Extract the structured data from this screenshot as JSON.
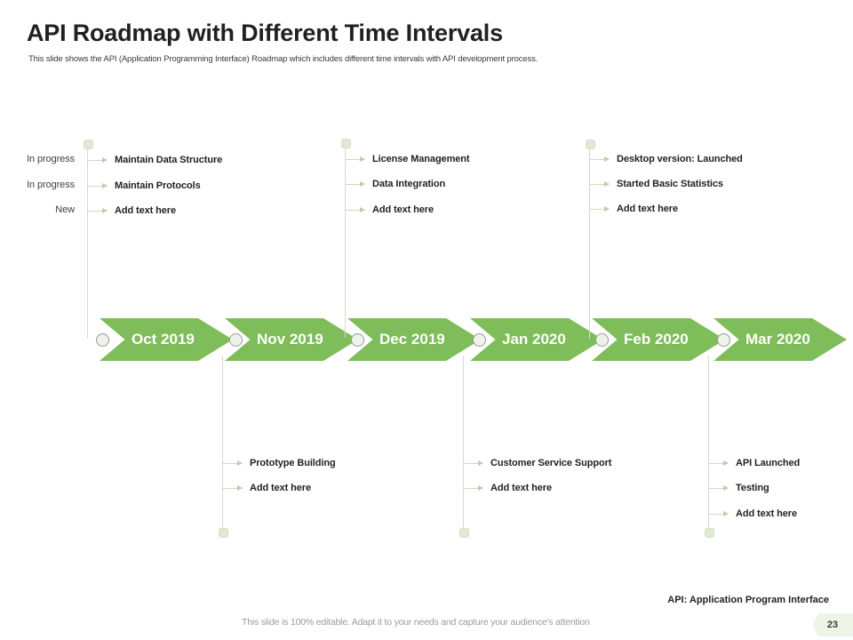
{
  "header": {
    "title": "API Roadmap with Different Time Intervals",
    "subtitle": "This slide shows the API (Application Programming Interface) Roadmap which includes different time intervals with API development process."
  },
  "theme": {
    "accent_green": "#7fbd5b",
    "line_gray": "#d9d9d0",
    "badge_green": "#eef5e6"
  },
  "milestones": [
    {
      "label": "Oct 2019"
    },
    {
      "label": "Nov 2019"
    },
    {
      "label": "Dec 2019"
    },
    {
      "label": "Jan 2020"
    },
    {
      "label": "Feb 2020"
    },
    {
      "label": "Mar 2020"
    }
  ],
  "top_groups": [
    {
      "milestone": "Oct 2019",
      "items": [
        {
          "status": "In progress",
          "text": "Maintain  Data Structure"
        },
        {
          "status": "In progress",
          "text": "Maintain  Protocols"
        },
        {
          "status": "New",
          "text": "Add text here"
        }
      ]
    },
    {
      "milestone": "Dec 2019",
      "items": [
        {
          "status": "",
          "text": "License Management"
        },
        {
          "status": "",
          "text": "Data Integration"
        },
        {
          "status": "",
          "text": "Add text here"
        }
      ]
    },
    {
      "milestone": "Feb 2020",
      "items": [
        {
          "status": "",
          "text": "Desktop version: Launched"
        },
        {
          "status": "",
          "text": "Started Basic  Statistics"
        },
        {
          "status": "",
          "text": "Add text here"
        }
      ]
    }
  ],
  "bottom_groups": [
    {
      "milestone": "Nov 2019",
      "items": [
        {
          "text": "Prototype Building"
        },
        {
          "text": "Add text here"
        }
      ]
    },
    {
      "milestone": "Jan 2020",
      "items": [
        {
          "text": "Customer Service Support"
        },
        {
          "text": "Add text here"
        }
      ]
    },
    {
      "milestone": "Mar 2020",
      "items": [
        {
          "text": "API Launched"
        },
        {
          "text": "Testing"
        },
        {
          "text": "Add text here"
        }
      ]
    }
  ],
  "footer": {
    "api_note": "API: Application Program Interface",
    "edit_note": "This slide is 100% editable. Adapt it to your needs and capture your audience's attention",
    "page_number": "23"
  }
}
